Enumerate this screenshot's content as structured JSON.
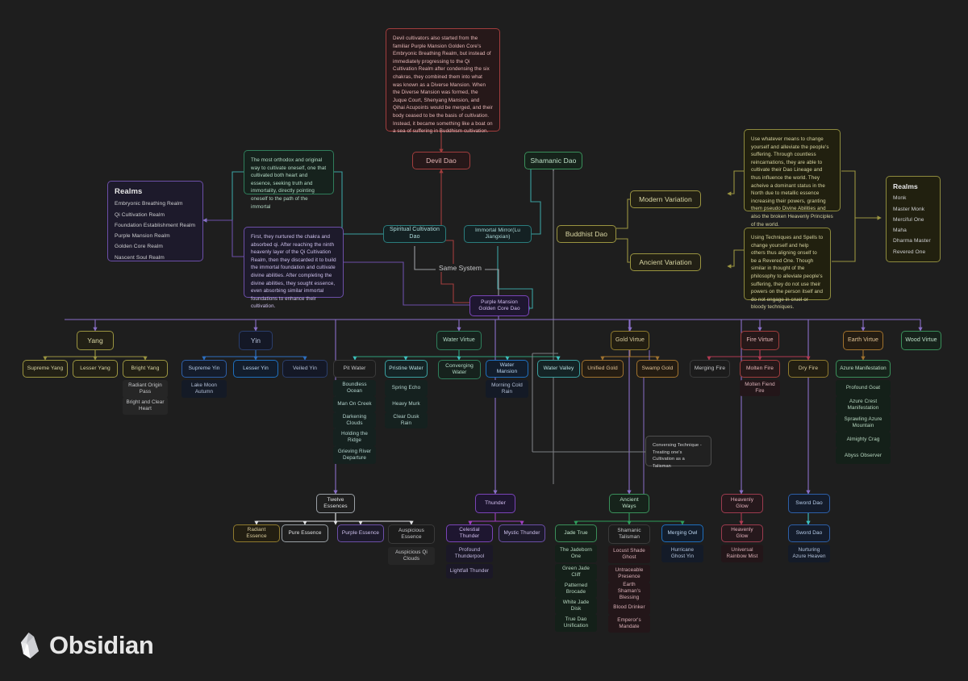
{
  "app": {
    "name": "Obsidian",
    "logo_icon": "obsidian-crystal-icon",
    "canvas_bg": "#1e1e1e"
  },
  "palette": {
    "red": "#a13d3d",
    "crimson": "#9c3b4e",
    "green": "#2f7d5b",
    "teal": "#2a7d7d",
    "cyan": "#3aa0a0",
    "yellow": "#9a9440",
    "purple": "#6c4fa8",
    "violet": "#7a44b8",
    "blue": "#2d5fa8",
    "orange": "#a0722e",
    "gray": "#4e4e4e",
    "white": "#9aa0a6"
  },
  "notes": {
    "devil_dao_note": "Devil cultivators also started from the familiar Purple Mansion Golden Core's Embryonic Breathing Realm, but instead of immediately progressing to the Qi Cultivation Realm after condensing the six chakras, they combined them into what was known as a Diverse Mansion. When the Diverse Mansion was formed, the Juque Court, Shenyang Mansion, and Qihai Acupoints would be merged, and their body ceased to be the basis of cultivation. Instead, it became something like a boat on a sea of suffering in Buddhism cultivation.",
    "spiritual_note": "The most orthodox and original way to cultivate oneself, one that cultivated both heart and essence, seeking truth and immortality, directly pointing oneself to the path of the immortal",
    "purple_mansion_note": "First, they nurtured the chakra and absorbed qi. After reaching the ninth heavenly layer of the Qi Cultivation Realm, then they discarded it to build the immortal foundation and cultivate divine abilities. After completing the divine abilities, they sought essence, even absorbing similar immortal foundations to enhance their cultivation.",
    "modern_variation_note": "Use whatever means to change yourself and alleviate the people's suffering. Through countless reincarnations, they are able to cultivate their Dao Lineage and thus influence the world. They acheive a dominant status in the North due to metallic essence increasing their powers, granting them pseudo Divine Abilities and also the broken Heavenly Principles of the world.",
    "ancient_variation_note": "Using Techniques and Spells to change yourself and help others thus aligning onself to be a Revered One. Though similar in thought of the philosophy to alleviate people's suffering, they do not use their powers on the person itself and do not engage in cruel or bloody techniques.",
    "conversing_note": "Conversing Technique - Treating one's Cultivation as a Talisman"
  },
  "realms_left": {
    "title": "Realms",
    "items": [
      "Embryonic Breathing Realm",
      "Qi Cultivation Realm",
      "Foundation Establishment Realm",
      "Purple Mansion Realm",
      "Golden Core Realm",
      "Nascent Soul Realm"
    ]
  },
  "realms_right": {
    "title": "Realms",
    "items": [
      "Monk",
      "Master Monk",
      "Merciful One",
      "Maha",
      "Dharma Master",
      "Revered One"
    ]
  },
  "core_nodes": {
    "devil_dao": "Devil Dao",
    "shamanic_dao": "Shamanic Dao",
    "spiritual_cultivation_dao": "Spiritual Cultivation Dao",
    "immortal_mirror": "Immortal Mirror(Lu Jiangxian)",
    "buddhist_dao": "Buddhist Dao",
    "modern_variation": "Modern Variation",
    "ancient_variation": "Ancient Variation",
    "purple_mansion_golden_core_dao": "Purple Mansion Golden Core Dao",
    "same_system_label": "Same System"
  },
  "branches": [
    {
      "name": "Yang",
      "theme": "c-yellow",
      "children": [
        {
          "label": "Supreme Yang",
          "theme": "c-yellow",
          "subs": []
        },
        {
          "label": "Lesser Yang",
          "theme": "c-yellow",
          "subs": []
        },
        {
          "label": "Bright Yang",
          "theme": "c-yellow",
          "subs": [
            "Radiant Origin Pass",
            "Bright and Clear Heart"
          ]
        }
      ]
    },
    {
      "name": "Yin",
      "theme": "c-navy",
      "children": [
        {
          "label": "Supreme Yin",
          "theme": "c-blue",
          "subs": [
            "Lake Moon Autumn"
          ]
        },
        {
          "label": "Lesser Yin",
          "theme": "c-blue2",
          "subs": []
        },
        {
          "label": "Veiled Yin",
          "theme": "c-navy",
          "subs": []
        }
      ]
    },
    {
      "name": "Water Virtue",
      "theme": "c-green",
      "children": [
        {
          "label": "Pit Water",
          "theme": "c-dark",
          "subs": [
            "Boundless Ocean",
            "Man On Creek",
            "Darkening Clouds",
            "Holding the Ridge",
            "Grieving River Departure"
          ]
        },
        {
          "label": "Pristine Water",
          "theme": "c-cyan",
          "subs": [
            "Spring Echo",
            "Heavy Murk",
            "Clear Dusk Rain"
          ]
        },
        {
          "label": "Converging Water",
          "theme": "c-green",
          "subs": []
        },
        {
          "label": "Water Mansion",
          "theme": "c-blue2",
          "subs": [
            "Morning Cold Rain"
          ]
        },
        {
          "label": "Water Valley",
          "theme": "c-cyan",
          "subs": []
        }
      ]
    },
    {
      "name": "Gold Virtue",
      "theme": "c-gold",
      "children": [
        {
          "label": "Unified Gold",
          "theme": "c-orange",
          "subs": []
        },
        {
          "label": "Swamp Gold",
          "theme": "c-orange",
          "subs": []
        }
      ]
    },
    {
      "name": "Fire Virtue",
      "theme": "c-red",
      "children": [
        {
          "label": "Merging Fire",
          "theme": "c-dark",
          "subs": []
        },
        {
          "label": "Molten Fire",
          "theme": "c-red",
          "subs": [
            "Molten Fiend Fire"
          ]
        },
        {
          "label": "Dry Fire",
          "theme": "c-gold",
          "subs": []
        }
      ]
    },
    {
      "name": "Earth Virtue",
      "theme": "c-orange",
      "children": [
        {
          "label": "Azure Manifestation",
          "theme": "c-green2",
          "subs": [
            "Profound Goat",
            "Azure Crest Manifestation",
            "Sprawling Azure Mountain",
            "Almighty Crag",
            "Abyss Observer"
          ]
        }
      ]
    },
    {
      "name": "Wood Virtue",
      "theme": "c-green2",
      "children": []
    }
  ],
  "bottom_branches": [
    {
      "name": "Twelve Essences",
      "theme": "c-white",
      "children": [
        {
          "label": "Radiant Essence",
          "theme": "c-gold",
          "subs": []
        },
        {
          "label": "Pure Essence",
          "theme": "c-white",
          "subs": []
        },
        {
          "label": "Purple Essence",
          "theme": "c-purple",
          "subs": []
        },
        {
          "label": "Auspicious Essence",
          "theme": "c-dark",
          "subs": [
            "Auspicious Qi Clouds"
          ]
        }
      ]
    },
    {
      "name": "Thunder",
      "theme": "c-violet",
      "children": [
        {
          "label": "Celestial Thunder",
          "theme": "c-violet",
          "subs": [
            "Profound Thunderpool",
            "Lightfall Thunder"
          ]
        },
        {
          "label": "Mystic Thunder",
          "theme": "c-purple",
          "subs": []
        }
      ]
    },
    {
      "name": "Ancient Ways",
      "theme": "c-green2",
      "children": [
        {
          "label": "Jade True",
          "theme": "c-green2",
          "subs": [
            "The Jadeborn One",
            "Green Jade Cliff",
            "Patterned Brocade",
            "White Jade Disk",
            "True Dao Unification"
          ]
        },
        {
          "label": "Shamanic Talisman",
          "theme": "c-dark",
          "subs": [
            "Locust Shade Ghost",
            "Untraceable Presence",
            "Earth Shaman's Blessing",
            "Blood Drinker",
            "Emperor's Mandate"
          ]
        },
        {
          "label": "Merging Owl",
          "theme": "c-blue2",
          "subs": [
            "Hurricane Ghost Yin"
          ]
        }
      ]
    },
    {
      "name": "Heavenly Glow",
      "theme": "c-red2",
      "children": [
        {
          "label": "Heavenly Glow",
          "theme": "c-red2",
          "subs": [
            "Universal Rainbow Mist"
          ]
        }
      ]
    },
    {
      "name": "Sword Dao",
      "theme": "c-blue",
      "children": [
        {
          "label": "Sword Dao",
          "theme": "c-blue",
          "subs": [
            "Nurturing Azure Heaven"
          ]
        }
      ]
    }
  ]
}
